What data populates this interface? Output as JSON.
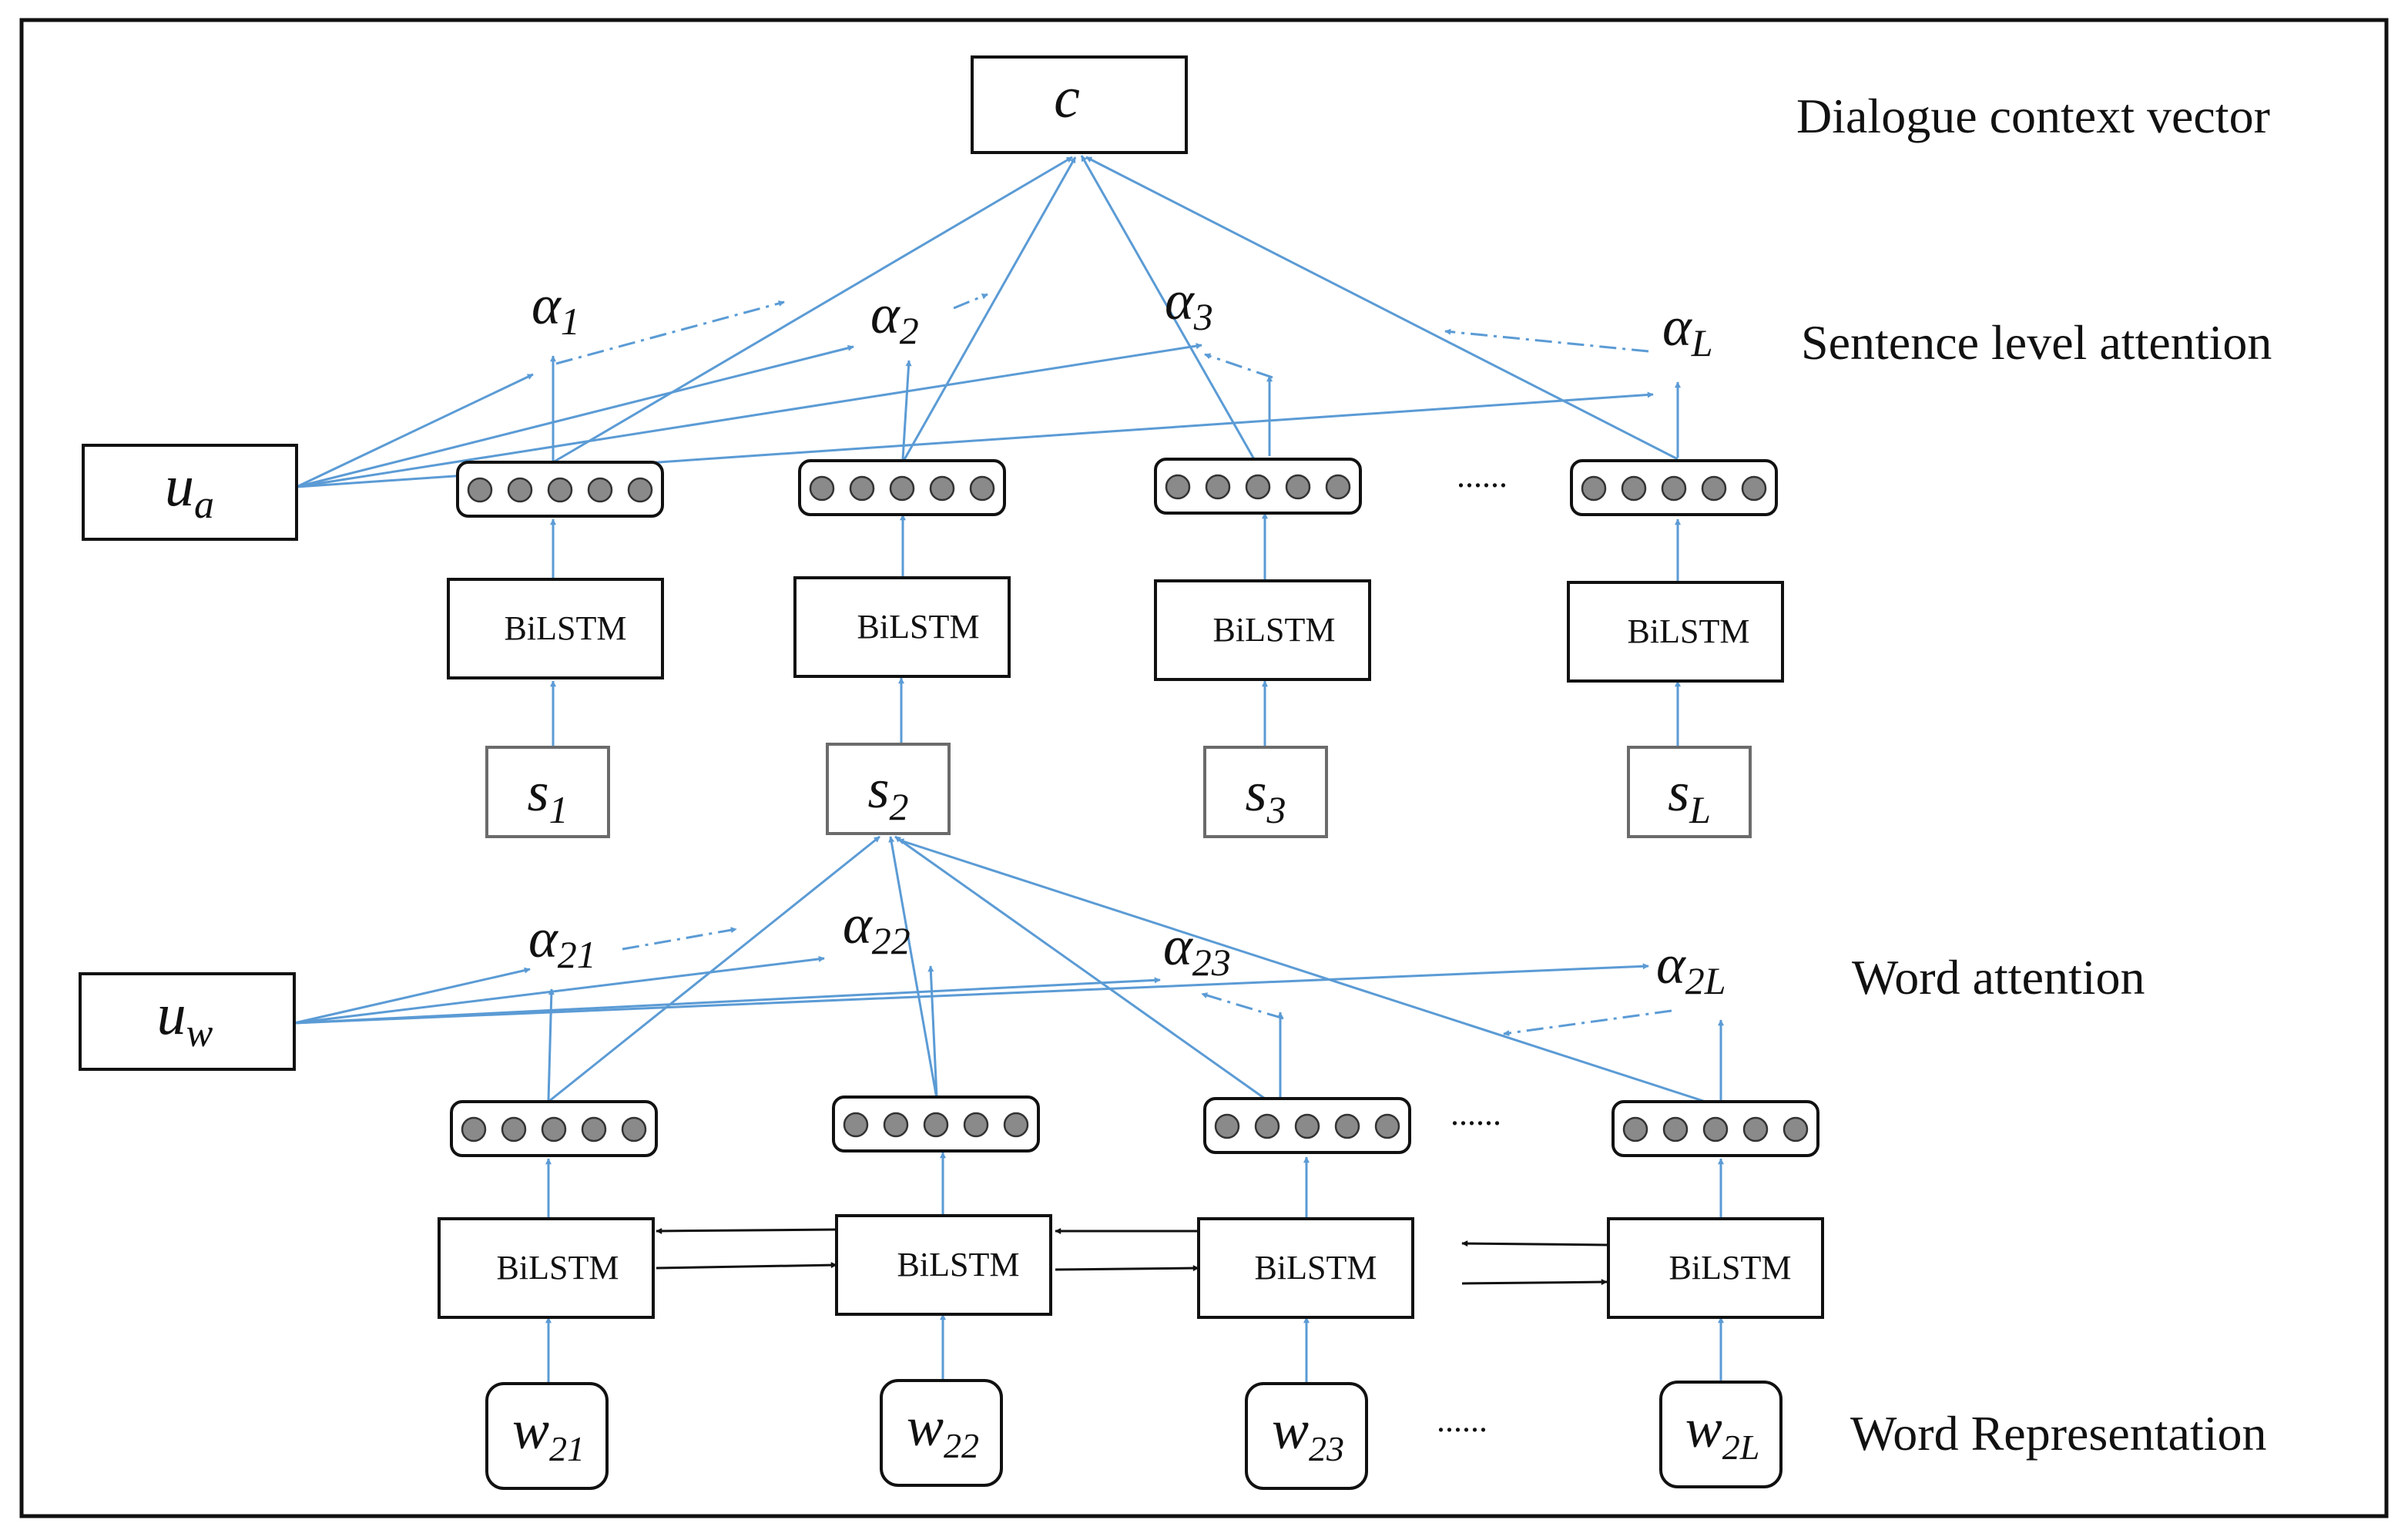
{
  "layer_labels": {
    "context": "Dialogue context vector",
    "sentence_attention": "Sentence level attention",
    "word_attention": "Word attention",
    "word_representation": "Word Representation"
  },
  "context_vector": {
    "symbol": "c"
  },
  "sentence_query": {
    "base": "u",
    "sub": "a"
  },
  "word_query": {
    "base": "u",
    "sub": "w"
  },
  "encoder_label": "BiLSTM",
  "ellipsis": "......",
  "sentence_columns": [
    {
      "alpha_sub": "1",
      "s_sub": "1"
    },
    {
      "alpha_sub": "2",
      "s_sub": "2"
    },
    {
      "alpha_sub": "3",
      "s_sub": "3"
    },
    {
      "alpha_sub": "L",
      "s_sub": "L"
    }
  ],
  "word_columns": [
    {
      "alpha_sub": "21",
      "w_sub": "21"
    },
    {
      "alpha_sub": "22",
      "w_sub": "22"
    },
    {
      "alpha_sub": "23",
      "w_sub": "23"
    },
    {
      "alpha_sub": "2L",
      "w_sub": "2L"
    }
  ],
  "symbols": {
    "alpha": "α",
    "s": "s",
    "w": "w"
  },
  "colors": {
    "arrow_blue": "#5b9bd5",
    "line_black": "#111111",
    "dot_gray": "#8a8a8a"
  }
}
